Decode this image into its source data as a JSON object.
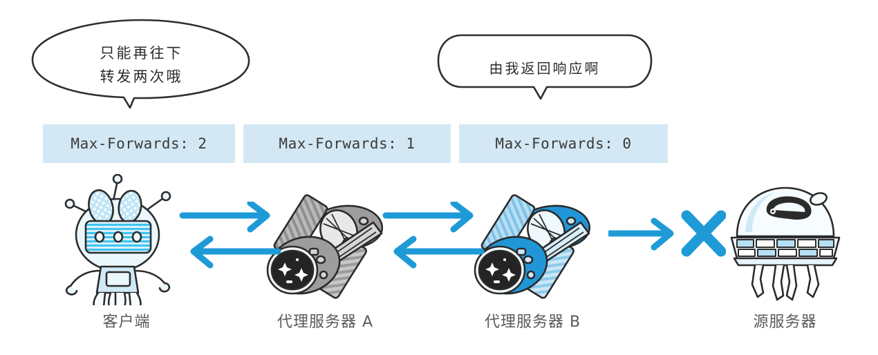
{
  "diagram": {
    "title": "Max-Forwards header forwarding limit diagram",
    "accent_blue": "#1e9bd7",
    "bar_fill": "#d3e8f4",
    "ink": "#3a3a3a"
  },
  "bubbles": [
    {
      "id": "bubble-client",
      "shape": "ellipse",
      "lines": [
        "只能再往下",
        "转发两次哦"
      ],
      "tail": "down"
    },
    {
      "id": "bubble-proxy-b",
      "shape": "rounded-rect",
      "lines": [
        "由我返回响应啊"
      ],
      "tail": "down"
    }
  ],
  "headers": [
    {
      "id": "hdr-0",
      "text": "Max-Forwards: 2",
      "field": "Max-Forwards",
      "value": "2"
    },
    {
      "id": "hdr-1",
      "text": "Max-Forwards: 1",
      "field": "Max-Forwards",
      "value": "1"
    },
    {
      "id": "hdr-2",
      "text": "Max-Forwards: 0",
      "field": "Max-Forwards",
      "value": "0"
    }
  ],
  "nodes": [
    {
      "id": "client",
      "label": "客户端",
      "icon": "alien-robot-icon",
      "color": "#7fd2f0"
    },
    {
      "id": "proxy-a",
      "label": "代理服务器 A",
      "icon": "satellite-gray-icon",
      "color": "#9a9a9a"
    },
    {
      "id": "proxy-b",
      "label": "代理服务器 B",
      "icon": "satellite-blue-icon",
      "color": "#1e9bd7"
    },
    {
      "id": "origin",
      "label": "源服务器",
      "icon": "ufo-icon",
      "color": "#8fcfe8"
    }
  ],
  "arrows": [
    {
      "id": "arrows-client-proxy-a",
      "kind": "bidirectional",
      "top": "right",
      "bottom": "left"
    },
    {
      "id": "arrows-proxy-a-proxy-b",
      "kind": "bidirectional",
      "top": "right",
      "bottom": "left"
    },
    {
      "id": "arrows-proxy-b-origin",
      "kind": "blocked",
      "direction": "right",
      "marker": "x-cross"
    }
  ]
}
